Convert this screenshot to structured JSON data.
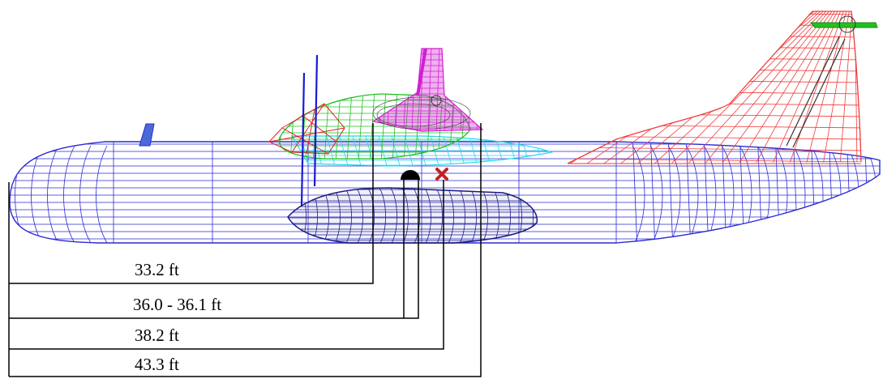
{
  "diagram": {
    "kind": "aircraft wireframe side view with fuselage station dimensions",
    "colors": {
      "fuselage": "#2a2ad4",
      "fuel_tank": "#1a1a80",
      "tail": "#ef3b3b",
      "wing_green": "#22c022",
      "wing_magenta": "#d21fd2",
      "wing_red": "#e02020",
      "wing_cyan": "#22d8ee",
      "dimension_lines": "#000000",
      "marker_cross": "#c42020"
    },
    "dimensions": [
      {
        "label": "33.2 ft",
        "marker": "wing leading reference"
      },
      {
        "label": "36.0 - 36.1 ft",
        "marker": "center of gravity range"
      },
      {
        "label": "38.2 ft",
        "marker": "cross marker"
      },
      {
        "label": "43.3 ft",
        "marker": "wing trailing reference"
      }
    ]
  }
}
